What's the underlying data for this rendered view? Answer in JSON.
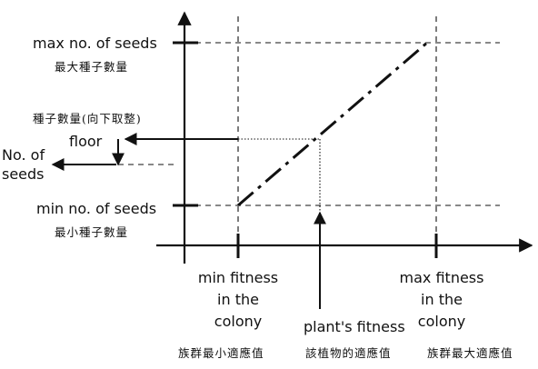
{
  "labels": {
    "max_seeds": "max no. of seeds",
    "max_seeds_zh": "最大種子數量",
    "floor_zh": "種子數量(向下取整)",
    "floor": "floor",
    "no_of_seeds_1": "No. of",
    "no_of_seeds_2": "seeds",
    "min_seeds": "min no. of seeds",
    "min_seeds_zh": "最小種子數量",
    "min_fitness_1": "min fitness",
    "min_fitness_2": "in the",
    "min_fitness_3": "colony",
    "min_fitness_zh": "族群最小適應值",
    "plant_fitness": "plant's fitness",
    "plant_fitness_zh": "該植物的適應值",
    "max_fitness_1": "max fitness",
    "max_fitness_2": "in the",
    "max_fitness_3": "colony",
    "max_fitness_zh": "族群最大適應值"
  },
  "colors": {
    "ink": "#111111"
  }
}
